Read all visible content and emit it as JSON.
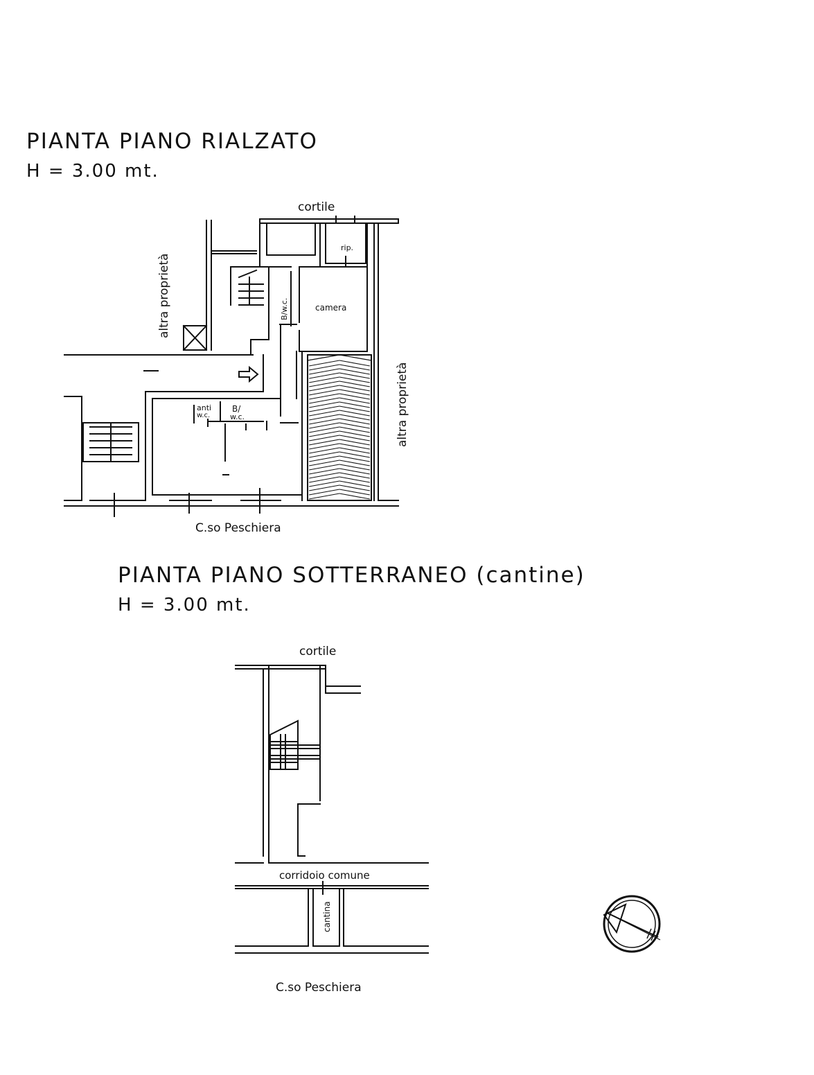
{
  "upper": {
    "title": "PIANTA PIANO RIALZATO",
    "height": "H = 3.00 mt.",
    "north_label": "cortile",
    "south_label": "C.so Peschiera",
    "left_label": "altra proprietà",
    "right_label": "altra proprietà",
    "rooms": {
      "rip": "rip.",
      "camera": "camera",
      "bwc_vertical": "B/w.c.",
      "anti_wc": "anti w.c.",
      "bwc_bottom": "B/ w.c."
    }
  },
  "lower": {
    "title": "PIANTA PIANO SOTTERRANEO (cantine)",
    "height": "H = 3.00 mt.",
    "north_label": "cortile",
    "corridor_label": "corridoio comune",
    "cellar_label": "cantina",
    "south_label": "C.so Peschiera"
  },
  "compass": {
    "icon": "north-arrow-icon"
  }
}
